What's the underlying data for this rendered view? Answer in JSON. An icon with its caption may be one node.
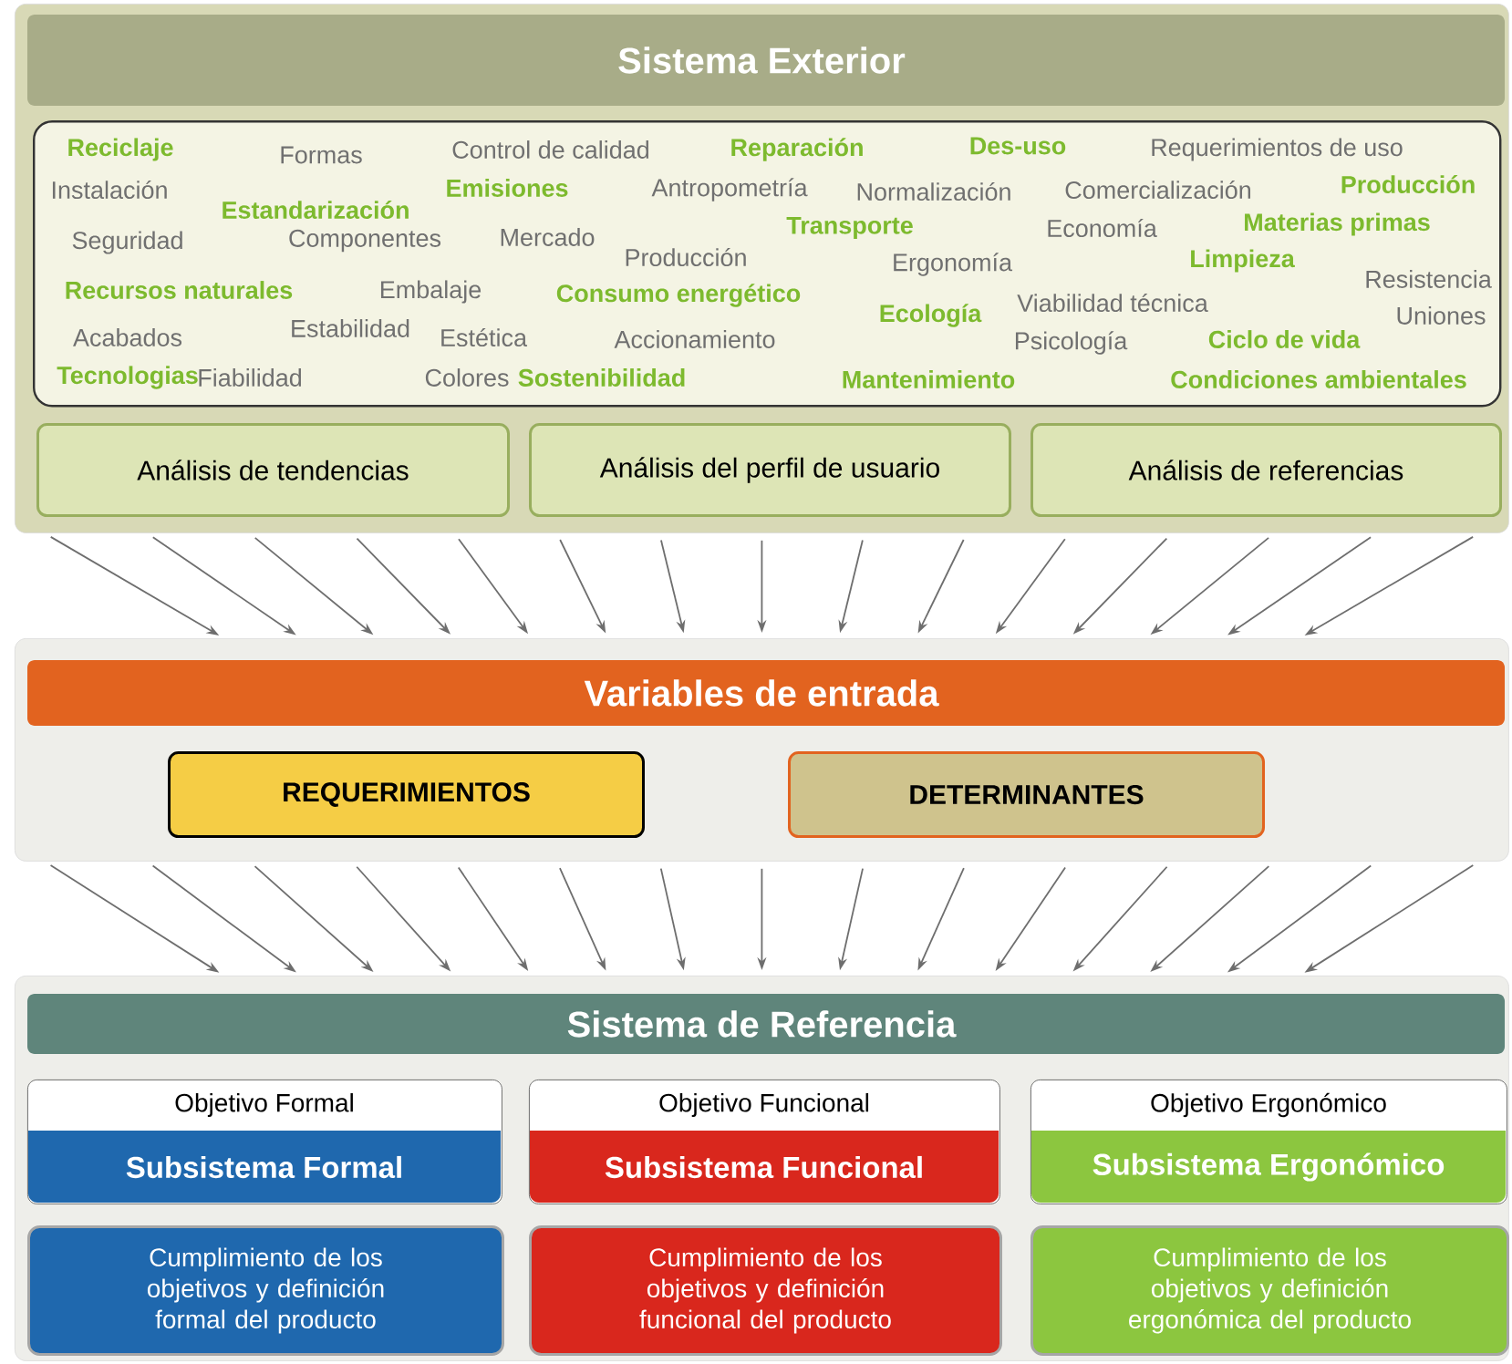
{
  "diagram": {
    "nodes": [
      {
        "text": [
          "Sistema Exterior"
        ]
      },
      {
        "text": [
          "Reciclaje",
          "Formas",
          "Control de calidad",
          "Reparación",
          "Des-uso",
          "Requerimientos de uso",
          "Instalación",
          "Estandarización",
          "Emisiones",
          "Antropometría",
          "Normalización",
          "Comercialización",
          "Producción",
          "Seguridad",
          "Componentes",
          "Mercado",
          "Producción",
          "Transporte",
          "Economía",
          "Materias primas",
          "Ergonomía",
          "Limpieza",
          "Resistencia",
          "Recursos naturales",
          "Embalaje",
          "Consumo energético",
          "Ecología",
          "Viabilidad técnica",
          "Uniones",
          "Acabados",
          "Estabilidad",
          "Estética",
          "Accionamiento",
          "Psicología",
          "Ciclo de vida",
          "Tecnologias",
          "Fiabilidad",
          "Colores",
          "Sostenibilidad",
          "Mantenimiento",
          "Condiciones ambientales"
        ],
        "in": 0
      },
      {
        "text": [
          "Análisis de tendencias"
        ],
        "in": 0
      },
      {
        "text": [
          "Análisis del perfil de usuario"
        ],
        "in": 0
      },
      {
        "text": [
          "Análisis de referencias"
        ],
        "in": 0
      },
      {
        "text": [
          "Variables de entrada"
        ]
      },
      {
        "text": [
          "REQUERIMIENTOS"
        ],
        "in": 5
      },
      {
        "text": [
          "DETERMINANTES"
        ],
        "in": 5
      },
      {
        "text": [
          "Sistema de Referencia"
        ]
      },
      {
        "text": [
          "Objetivo Formal",
          "Subsistema Formal"
        ],
        "in": 8
      },
      {
        "text": [
          "Objetivo Funcional",
          "Subsistema Funcional"
        ],
        "in": 8
      },
      {
        "text": [
          "Objetivo Ergonómico",
          "Subsistema Ergonómico"
        ],
        "in": 8
      },
      {
        "text": [
          "Cumplimiento de los objetivos y definición formal del producto"
        ],
        "in": 8
      },
      {
        "text": [
          "Cumplimiento de los objetivos y definición funcional del producto"
        ],
        "in": 8
      },
      {
        "text": [
          "Cumplimiento de los objetivos y definición ergonómica del producto"
        ],
        "in": 8
      }
    ],
    "edges": [
      {
        "from": 0,
        "to": 5,
        "arrow": "to"
      },
      {
        "from": 0,
        "to": 5,
        "arrow": "to"
      },
      {
        "from": 0,
        "to": 5,
        "arrow": "to"
      },
      {
        "from": 0,
        "to": 5,
        "arrow": "to"
      },
      {
        "from": 0,
        "to": 5,
        "arrow": "to"
      },
      {
        "from": 0,
        "to": 5,
        "arrow": "to"
      },
      {
        "from": 0,
        "to": 5,
        "arrow": "to"
      },
      {
        "from": 0,
        "to": 5,
        "arrow": "to"
      },
      {
        "from": 0,
        "to": 5,
        "arrow": "to"
      },
      {
        "from": 0,
        "to": 5,
        "arrow": "to"
      },
      {
        "from": 0,
        "to": 5,
        "arrow": "to"
      },
      {
        "from": 0,
        "to": 5,
        "arrow": "to"
      },
      {
        "from": 0,
        "to": 5,
        "arrow": "to"
      },
      {
        "from": 0,
        "to": 5,
        "arrow": "to"
      },
      {
        "from": 0,
        "to": 5,
        "arrow": "to"
      },
      {
        "from": 5,
        "to": 8,
        "arrow": "to"
      },
      {
        "from": 5,
        "to": 8,
        "arrow": "to"
      },
      {
        "from": 5,
        "to": 8,
        "arrow": "to"
      },
      {
        "from": 5,
        "to": 8,
        "arrow": "to"
      },
      {
        "from": 5,
        "to": 8,
        "arrow": "to"
      },
      {
        "from": 5,
        "to": 8,
        "arrow": "to"
      },
      {
        "from": 5,
        "to": 8,
        "arrow": "to"
      },
      {
        "from": 5,
        "to": 8,
        "arrow": "to"
      },
      {
        "from": 5,
        "to": 8,
        "arrow": "to"
      },
      {
        "from": 5,
        "to": 8,
        "arrow": "to"
      },
      {
        "from": 5,
        "to": 8,
        "arrow": "to"
      },
      {
        "from": 5,
        "to": 8,
        "arrow": "to"
      },
      {
        "from": 5,
        "to": 8,
        "arrow": "to"
      },
      {
        "from": 5,
        "to": 8,
        "arrow": "to"
      },
      {
        "from": 5,
        "to": 8,
        "arrow": "to"
      }
    ]
  }
}
